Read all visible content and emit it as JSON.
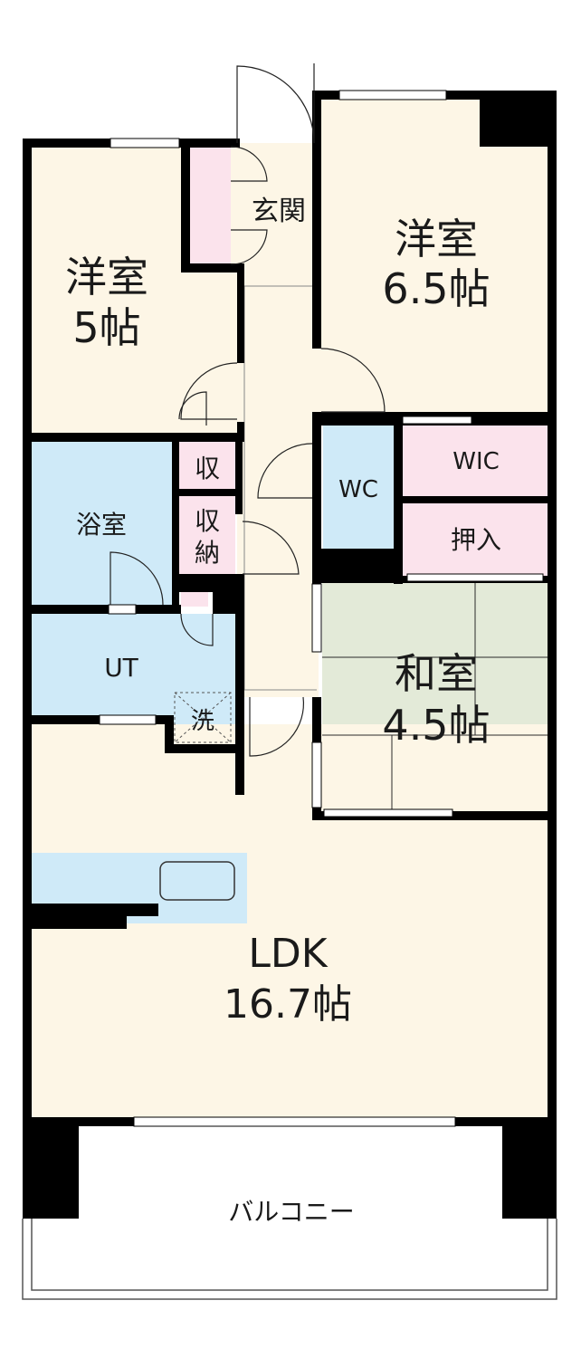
{
  "rooms": {
    "western_5": {
      "name": "洋室",
      "size": "5帖"
    },
    "western_65": {
      "name": "洋室",
      "size": "6.5帖"
    },
    "japanese": {
      "name": "和室",
      "size": "4.5帖"
    },
    "ldk": {
      "name": "LDK",
      "size": "16.7帖"
    },
    "entrance": "玄関",
    "bath": "浴室",
    "utility": "UT",
    "wc": "WC",
    "wic": "WIC",
    "oshiire": "押入",
    "storage_small": "収",
    "storage_1": "収",
    "storage_2": "納",
    "washer": "洗",
    "balcony": "バルコニー"
  },
  "colors": {
    "room_floor": "#fdf6e6",
    "wet_area": "#cfeaf8",
    "closet": "#fbe3ec",
    "tatami": "#e3ead8",
    "wall": "#000000"
  }
}
